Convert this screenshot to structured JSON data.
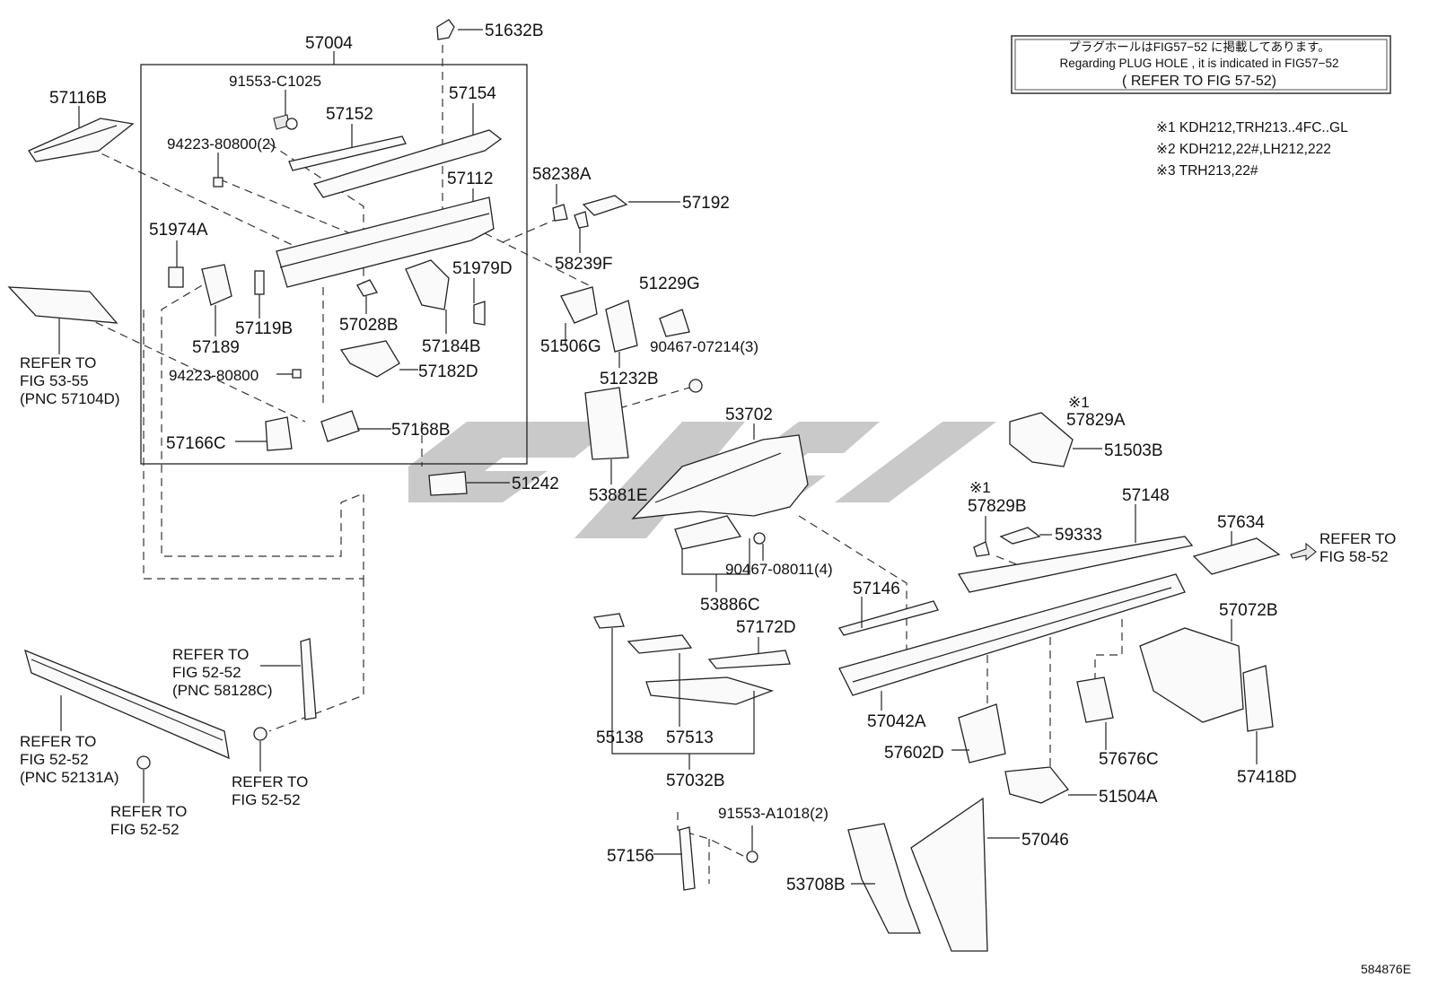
{
  "note": {
    "line1": "プラグホールはFIG57−52 に掲載してあります。",
    "line2": "Regarding PLUG HOLE , it is indicated in FIG57−52",
    "line3": "( REFER TO FIG 57-52)"
  },
  "specs": [
    "※1 KDH212,TRH213..4FC..GL",
    "※2 KDH212,22#,LH212,222",
    "※3 TRH213,22#"
  ],
  "figure_id": "584876E",
  "labels": {
    "p57004": "57004",
    "p51632B": "51632B",
    "p57116B": "57116B",
    "p91553C1025": "91553-C1025",
    "p57152": "57152",
    "p57154": "57154",
    "p9422380800_2": "94223-80800(2)",
    "p57112": "57112",
    "p58238A": "58238A",
    "p57192": "57192",
    "p58239F": "58239F",
    "p51974A": "51974A",
    "p51979D": "51979D",
    "p51229G": "51229G",
    "p57119B": "57119B",
    "p57028B": "57028B",
    "p57189": "57189",
    "p57184B": "57184B",
    "p51506G": "51506G",
    "p9046707214_3": "90467-07214(3)",
    "p57182D": "57182D",
    "p9422380800": "94223-80800",
    "p51232B": "51232B",
    "p57166C": "57166C",
    "p57168B": "57168B",
    "p53702": "53702",
    "p51242": "51242",
    "p53881E": "53881E",
    "p57829A": "57829A",
    "p51503B": "51503B",
    "p57829B": "57829B",
    "p57148": "57148",
    "p59333": "59333",
    "p57634": "57634",
    "p9046708011_4": "90467-08011(4)",
    "p53886C": "53886C",
    "p57146": "57146",
    "p57172D": "57172D",
    "p57072B": "57072B",
    "p55138": "55138",
    "p57513": "57513",
    "p57042A": "57042A",
    "p57602D": "57602D",
    "p57676C": "57676C",
    "p57418D": "57418D",
    "p57032B": "57032B",
    "p51504A": "51504A",
    "p91553A1018_2": "91553-A1018(2)",
    "p57046": "57046",
    "p57156": "57156",
    "p53708B": "53708B",
    "mark1a": "※1",
    "mark1b": "※1"
  },
  "refs": {
    "r5355_a": "REFER TO",
    "r5355_b": "FIG 53-55",
    "r5355_c": "(PNC 57104D)",
    "r5252a_a": "REFER TO",
    "r5252a_b": "FIG 52-52",
    "r5252a_c": "(PNC 58128C)",
    "r5252b_a": "REFER TO",
    "r5252b_b": "FIG 52-52",
    "r5252b_c": "(PNC 52131A)",
    "r5252c_a": "REFER TO",
    "r5252c_b": "FIG 52-52",
    "r5252d_a": "REFER TO",
    "r5252d_b": "FIG 52-52",
    "r5852_a": "REFER TO",
    "r5852_b": "FIG 58-52"
  }
}
